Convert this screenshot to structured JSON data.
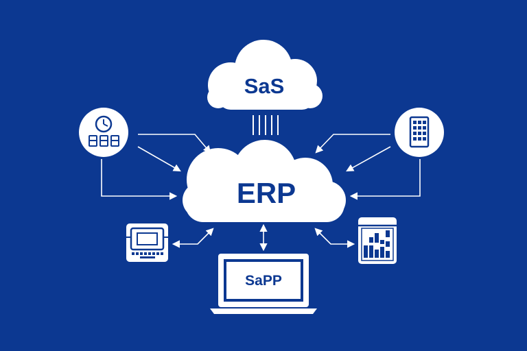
{
  "colors": {
    "background": "#0c3891",
    "foreground": "#ffffff",
    "text": "#0c3891"
  },
  "nodes": {
    "top_cloud": {
      "label": "SaS"
    },
    "center_cloud": {
      "label": "ERP"
    },
    "laptop": {
      "label": "SaPP"
    },
    "left_circle": {
      "icon": "clock-database-icon"
    },
    "right_circle": {
      "icon": "server-grid-icon"
    },
    "left_device": {
      "icon": "printer-terminal-icon"
    },
    "right_device": {
      "icon": "calendar-chart-icon"
    }
  }
}
